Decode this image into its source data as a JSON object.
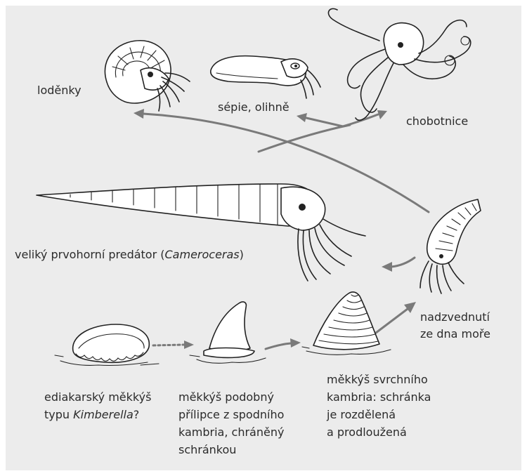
{
  "labels": {
    "nautilus": "loděnky",
    "sepia": "sépie, olihně",
    "octopus": "chobotnice",
    "cameroceras_prefix": "veliký prvohorní predátor (",
    "cameroceras_name": "Cameroceras",
    "cameroceras_suffix": ")",
    "lift_line1": "nadzvednutí",
    "lift_line2": "ze dna moře",
    "kimberella_line1": "ediakarský měkkýš",
    "kimberella_line2_prefix": "typu ",
    "kimberella_line2_name": "Kimberella",
    "kimberella_line2_suffix": "?",
    "limpet_line1": "měkkýš podobný",
    "limpet_line2": "přílipce z spodního",
    "limpet_line3": "kambria, chráněný",
    "limpet_line4": "schránkou",
    "upper_line1": "měkkýš svrchního",
    "upper_line2": "kambria: schránka",
    "upper_line3": "je rozdělená",
    "upper_line4": "a prodloužená"
  },
  "colors": {
    "panel_background": "#ececec",
    "arrow": "#7a7a7a",
    "text": "#2b2b2b",
    "drawing_line": "#222222",
    "drawing_fill": "#ffffff"
  },
  "figures": [
    "nautilus",
    "cuttlefish",
    "octopus",
    "cameroceras",
    "upright-coiled-cephalopod",
    "kimberella",
    "limpet-like-mollusc",
    "septate-cone-mollusc"
  ]
}
